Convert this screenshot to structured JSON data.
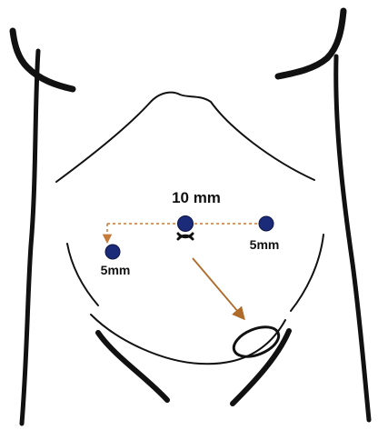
{
  "ports": {
    "camera": {
      "label": "10 mm"
    },
    "right": {
      "label": "5mm"
    },
    "left": {
      "label": "5mm"
    }
  },
  "colors": {
    "outline": "#111111",
    "port": "#1c2a7a",
    "guide_line": "#c47a3a",
    "arrow": "#b06a2a"
  }
}
